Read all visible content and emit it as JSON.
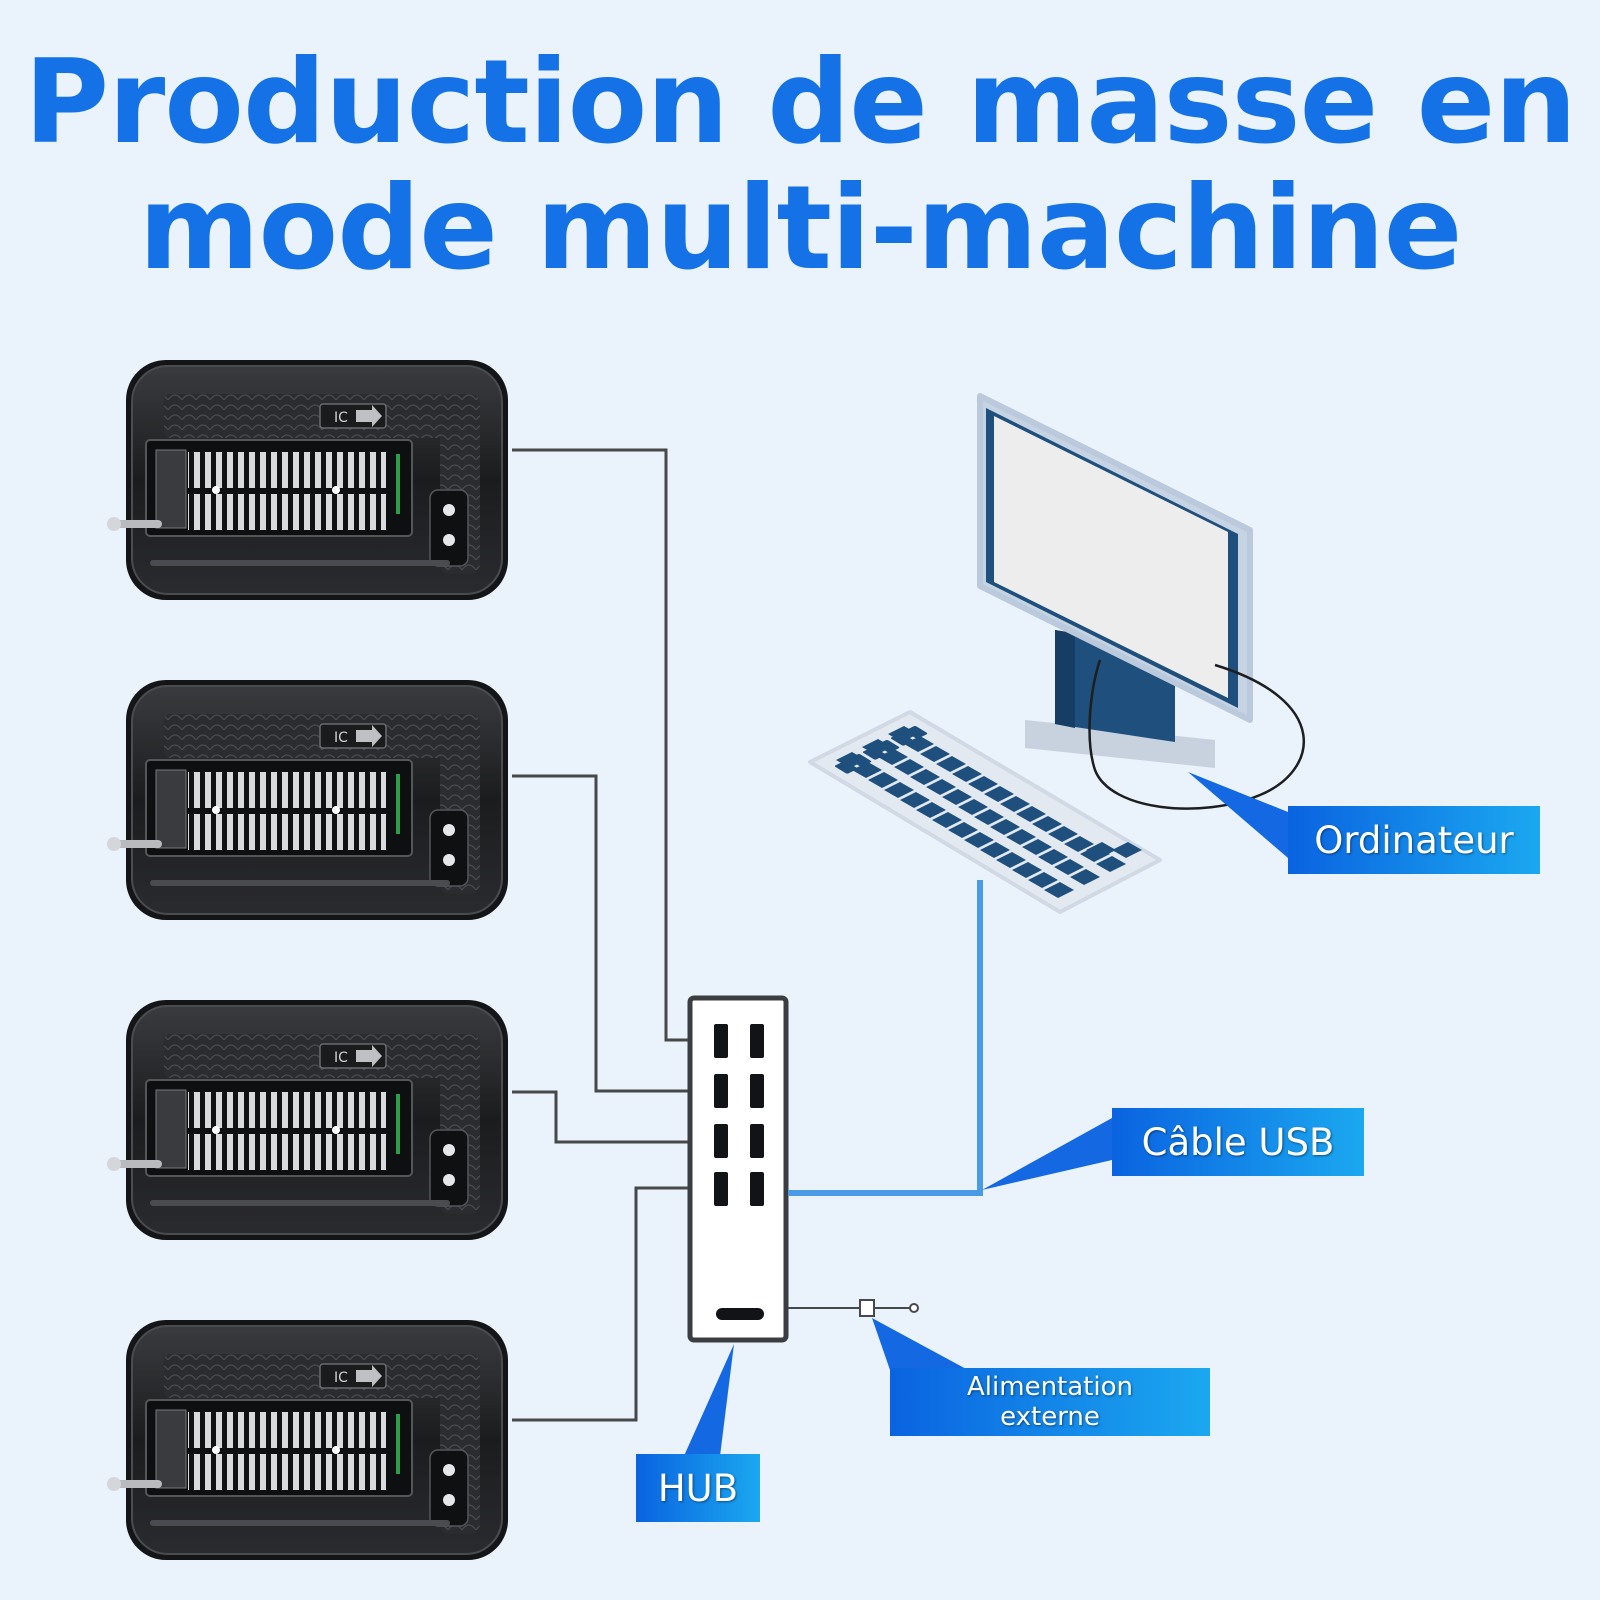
{
  "title": {
    "line1": "Production de masse en",
    "line2": "mode multi-machine"
  },
  "labels": {
    "computer": "Ordinateur",
    "usb_cable": "Câble USB",
    "power_line1": "Alimentation",
    "power_line2": "externe",
    "hub": "HUB"
  },
  "device": {
    "socket_text": "IC"
  },
  "colors": {
    "title": "#1472e6",
    "label_start": "#0a63e0",
    "label_end": "#1ba8f0",
    "usb_line": "#4a9be6",
    "device_body": "#1c1d1f",
    "keyboard_keys": "#1f4f7d",
    "monitor_stand": "#1f4f7d",
    "background": "#eaf2fc"
  }
}
